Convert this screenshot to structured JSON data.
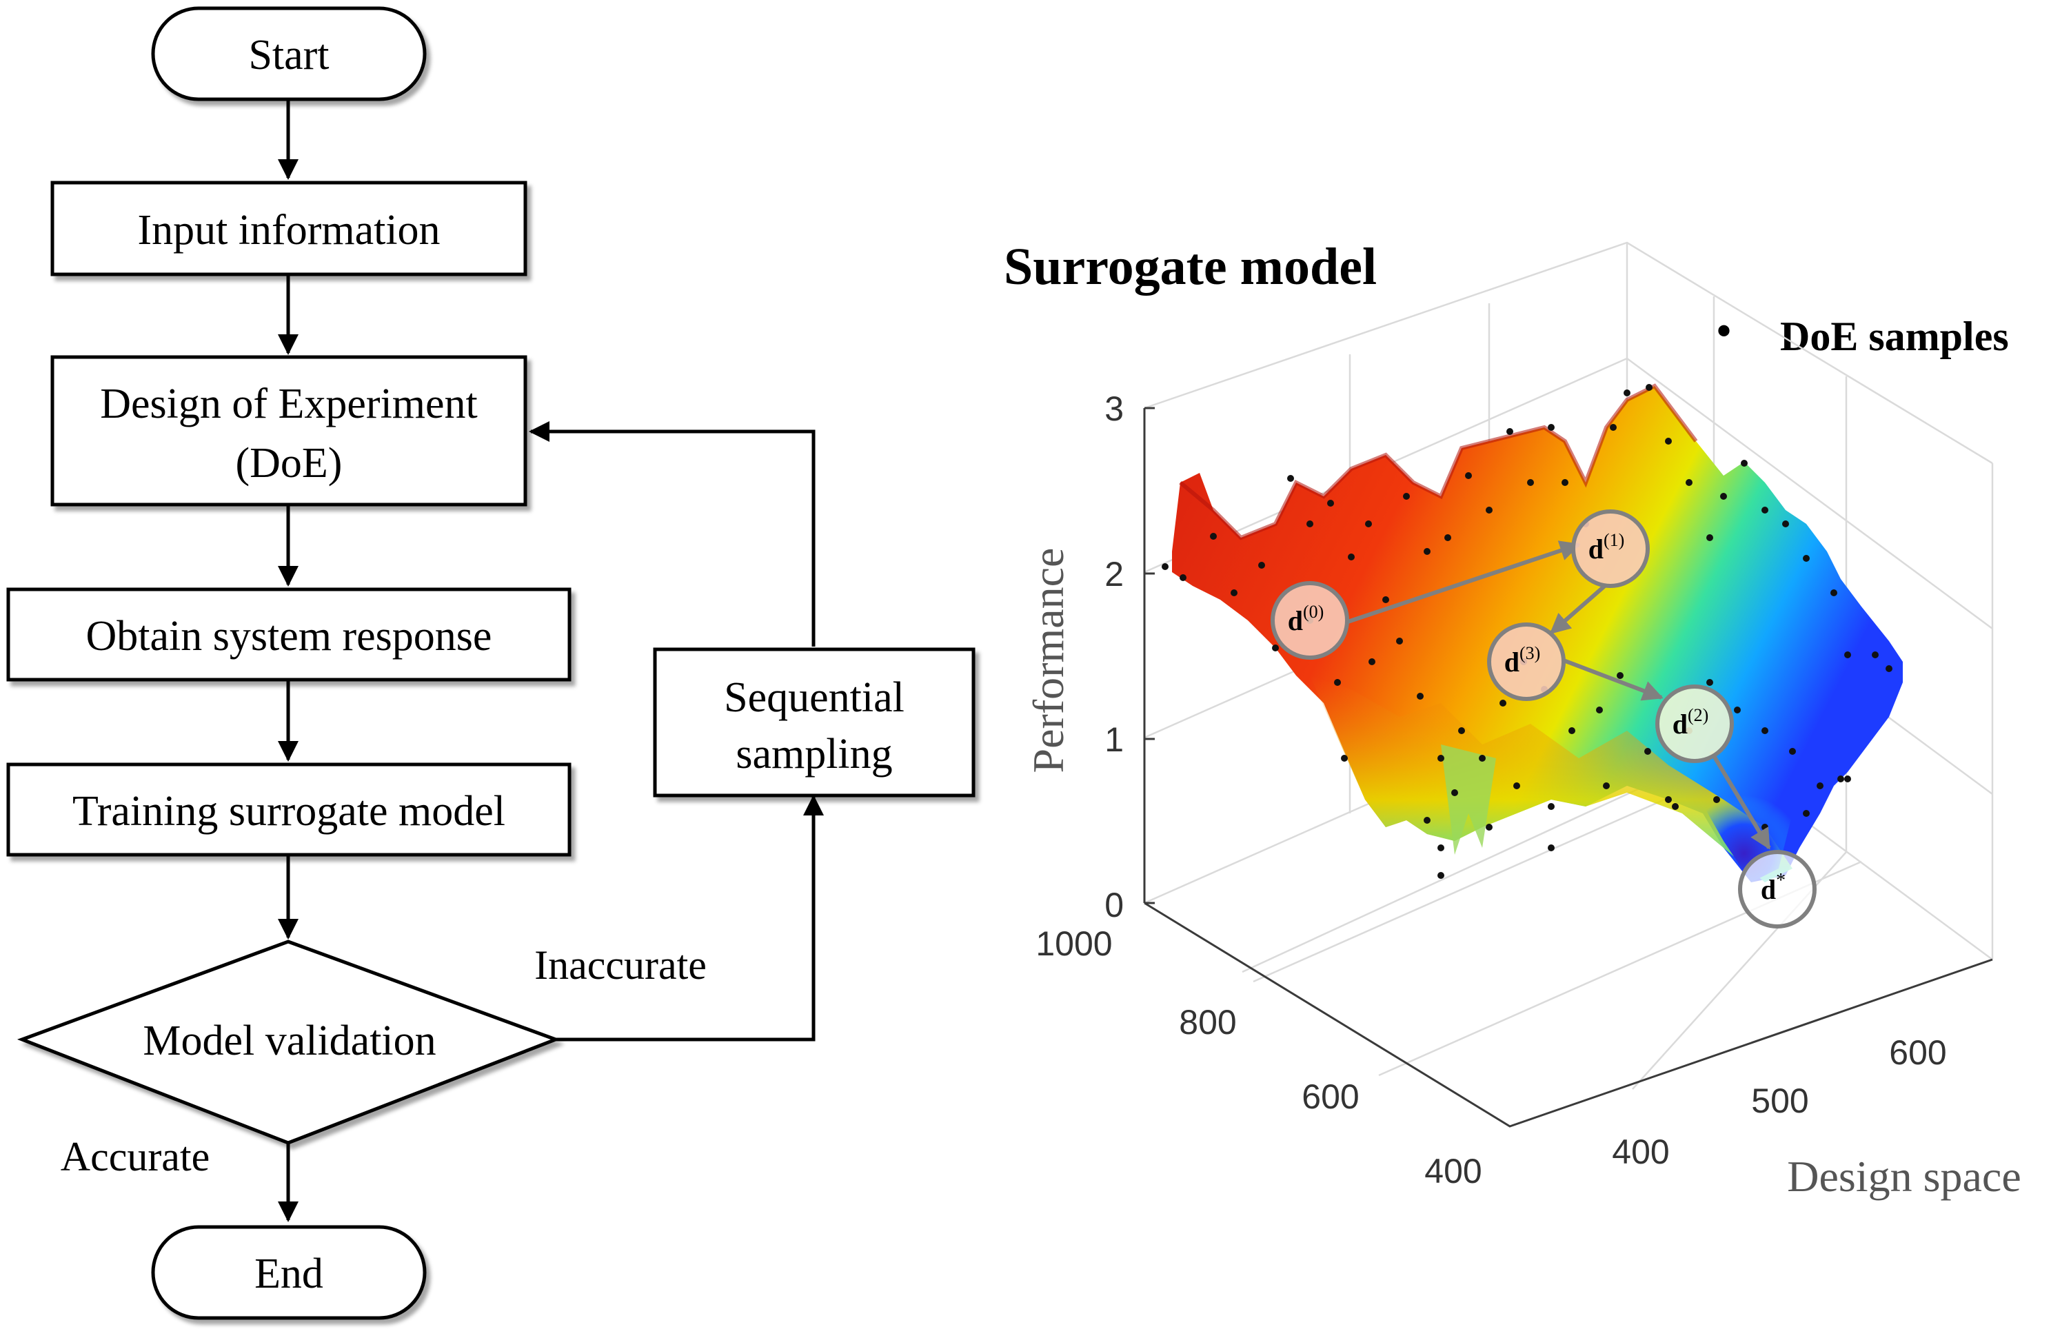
{
  "flowchart": {
    "start": "Start",
    "input": "Input information",
    "doe_line1": "Design of Experiment",
    "doe_line2": "(DoE)",
    "obtain": "Obtain system response",
    "training": "Training surrogate model",
    "validation": "Model validation",
    "sequential_line1": "Sequential",
    "sequential_line2": "sampling",
    "inaccurate": "Inaccurate",
    "accurate": "Accurate",
    "end": "End"
  },
  "surrogate": {
    "title": "Surrogate model",
    "legend_symbol": "•",
    "legend": "DoE samples",
    "z_label": "Performance",
    "x_label": "Design space",
    "z_ticks": [
      "0",
      "1",
      "2",
      "3"
    ],
    "y_ticks": [
      "1000",
      "800",
      "600",
      "400"
    ],
    "x_ticks": [
      "400",
      "500",
      "600"
    ],
    "points": [
      {
        "base": "d",
        "sup": "(0)"
      },
      {
        "base": "d",
        "sup": "(1)"
      },
      {
        "base": "d",
        "sup": "(3)"
      },
      {
        "base": "d",
        "sup": "(2)"
      },
      {
        "base": "d",
        "sup": "*"
      }
    ]
  },
  "colors": {
    "line": "#000000",
    "surface_high": "#e01f10",
    "surface_mid": "#f5b300",
    "surface_low": "#1f5fff",
    "path_arrow": "#808080"
  }
}
